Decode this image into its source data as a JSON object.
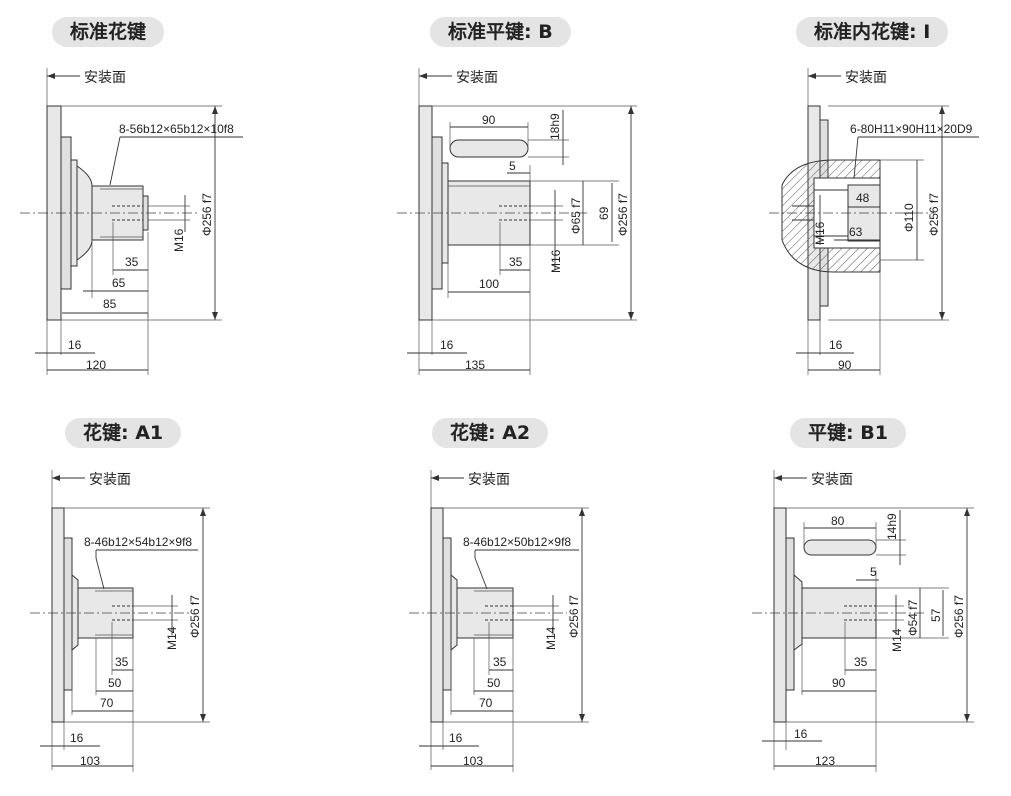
{
  "install_face_label": "安装面",
  "panels": [
    {
      "id": "std-spline",
      "title": "标准花键",
      "spec": "8-56b12×65b12×10f8",
      "thread": "M16",
      "flange_dia": "Φ256 f7",
      "dims": {
        "d35": "35",
        "d65": "65",
        "d85": "85",
        "d16": "16",
        "d120": "120"
      }
    },
    {
      "id": "std-key",
      "title": "标准平键: B",
      "thread": "M16",
      "flange_dia": "Φ256 f7",
      "dims": {
        "d90": "90",
        "d18h9": "18h9",
        "d5": "5",
        "d65": "Φ65 f7",
        "d69": "69",
        "d35": "35",
        "d100": "100",
        "d16": "16",
        "d135": "135"
      }
    },
    {
      "id": "std-internal",
      "title": "标准内花键: I",
      "spec": "6-80H11×90H11×20D9",
      "thread": "M16",
      "flange_dia": "Φ256 f7",
      "dims": {
        "d48": "48",
        "d63": "63",
        "d110": "Φ110",
        "d16": "16",
        "d90": "90"
      }
    },
    {
      "id": "spline-a1",
      "title": "花键: A1",
      "spec": "8-46b12×54b12×9f8",
      "thread": "M14",
      "flange_dia": "Φ256 f7",
      "dims": {
        "d35": "35",
        "d50": "50",
        "d70": "70",
        "d16": "16",
        "d103": "103"
      }
    },
    {
      "id": "spline-a2",
      "title": "花键: A2",
      "spec": "8-46b12×50b12×9f8",
      "thread": "M14",
      "flange_dia": "Φ256 f7",
      "dims": {
        "d35": "35",
        "d50": "50",
        "d70": "70",
        "d16": "16",
        "d103": "103"
      }
    },
    {
      "id": "key-b1",
      "title": "平键: B1",
      "thread": "M14",
      "flange_dia": "Φ256 f7",
      "dims": {
        "d80": "80",
        "d14h9": "14h9",
        "d5": "5",
        "d54": "Φ54 f7",
        "d57": "57",
        "d35": "35",
        "d90": "90",
        "d16": "16",
        "d123": "123"
      }
    }
  ],
  "colors": {
    "title_bg": "#e4e4e4",
    "part_fill": "#e8e8e8",
    "hatch": "#555555",
    "line": "#333333"
  }
}
